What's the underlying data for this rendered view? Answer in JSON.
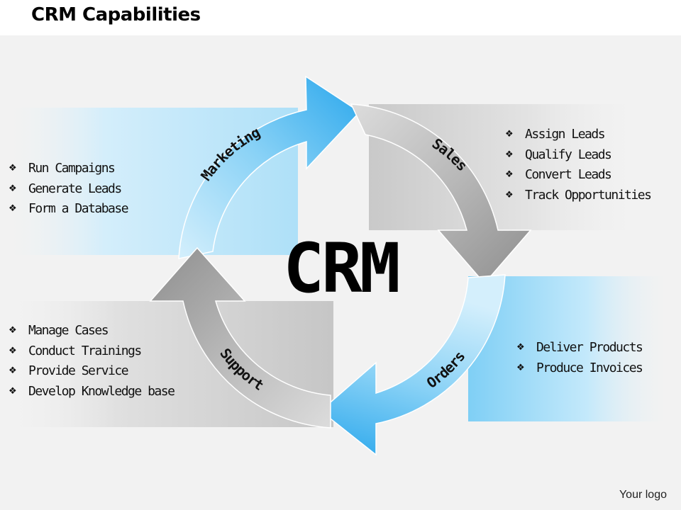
{
  "title": "CRM Capabilities",
  "center_label": "CRM",
  "segments": {
    "marketing": {
      "label": "Marketing",
      "items": [
        "Run Campaigns",
        "Generate  Leads",
        "Form  a Database"
      ]
    },
    "sales": {
      "label": "Sales",
      "items": [
        "Assign Leads",
        "Qualify  Leads",
        "Convert Leads",
        "Track Opportunities"
      ]
    },
    "orders": {
      "label": "Orders",
      "items": [
        "Deliver Products",
        "Produce  Invoices"
      ]
    },
    "support": {
      "label": "Support",
      "items": [
        "Manage Cases",
        "Conduct  Trainings",
        "Provide Service",
        "Develop  Knowledge base"
      ]
    }
  },
  "bullet_icon": "diamond-bullet-icon",
  "logo_text": "Your logo",
  "colors": {
    "blue": "#29aaf0",
    "light_blue": "#c4e9fb",
    "gray": "#9e9e9e",
    "light_gray": "#d8d8d8"
  }
}
